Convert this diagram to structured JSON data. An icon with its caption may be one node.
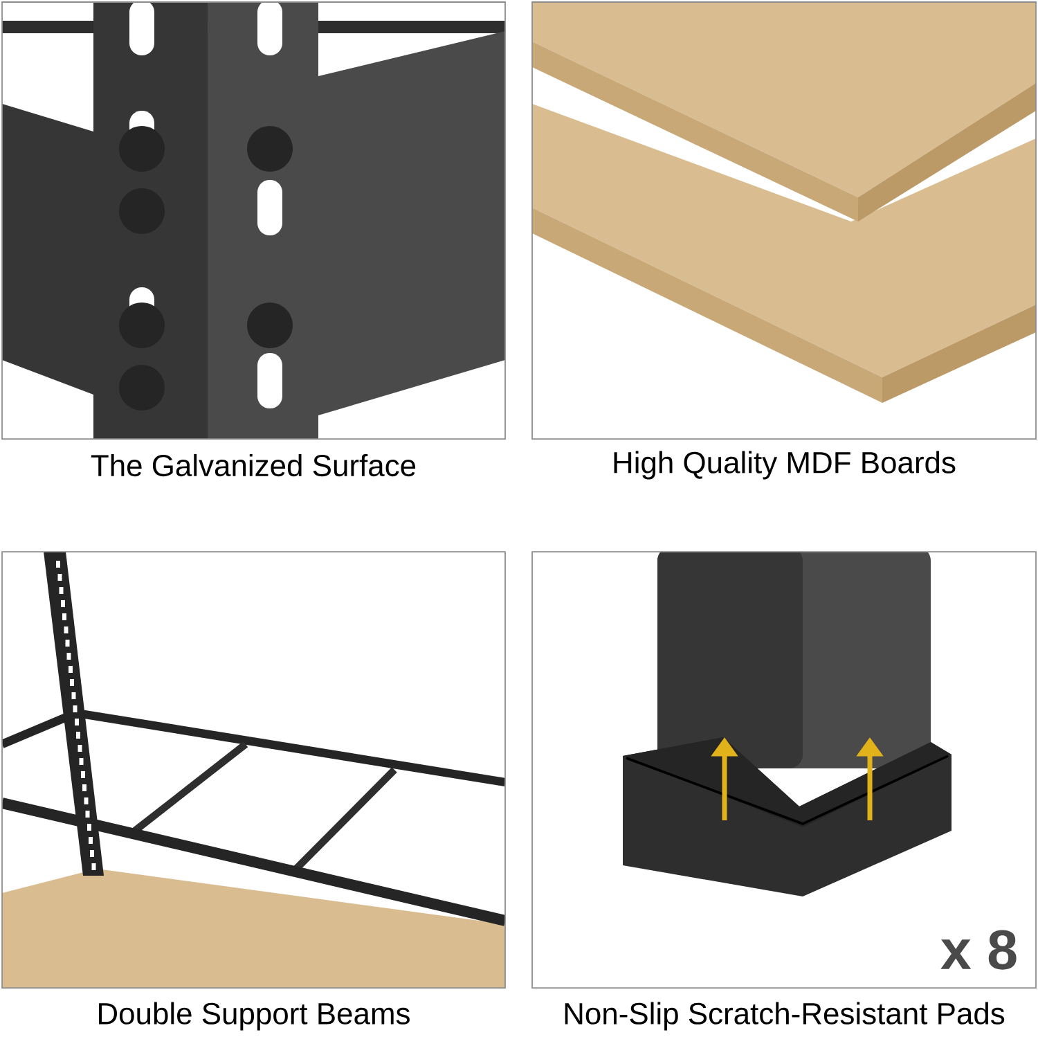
{
  "diagram": {
    "nodes": [
      {
        "text": [
          "The Galvanized Surface"
        ]
      },
      {
        "text": [
          "High Quality MDF Boards"
        ]
      },
      {
        "text": [
          "Double Support Beams"
        ]
      },
      {
        "text": [
          "Non-Slip Scratch-Resistant Pads"
        ]
      }
    ],
    "labels": [
      "x 8"
    ]
  }
}
